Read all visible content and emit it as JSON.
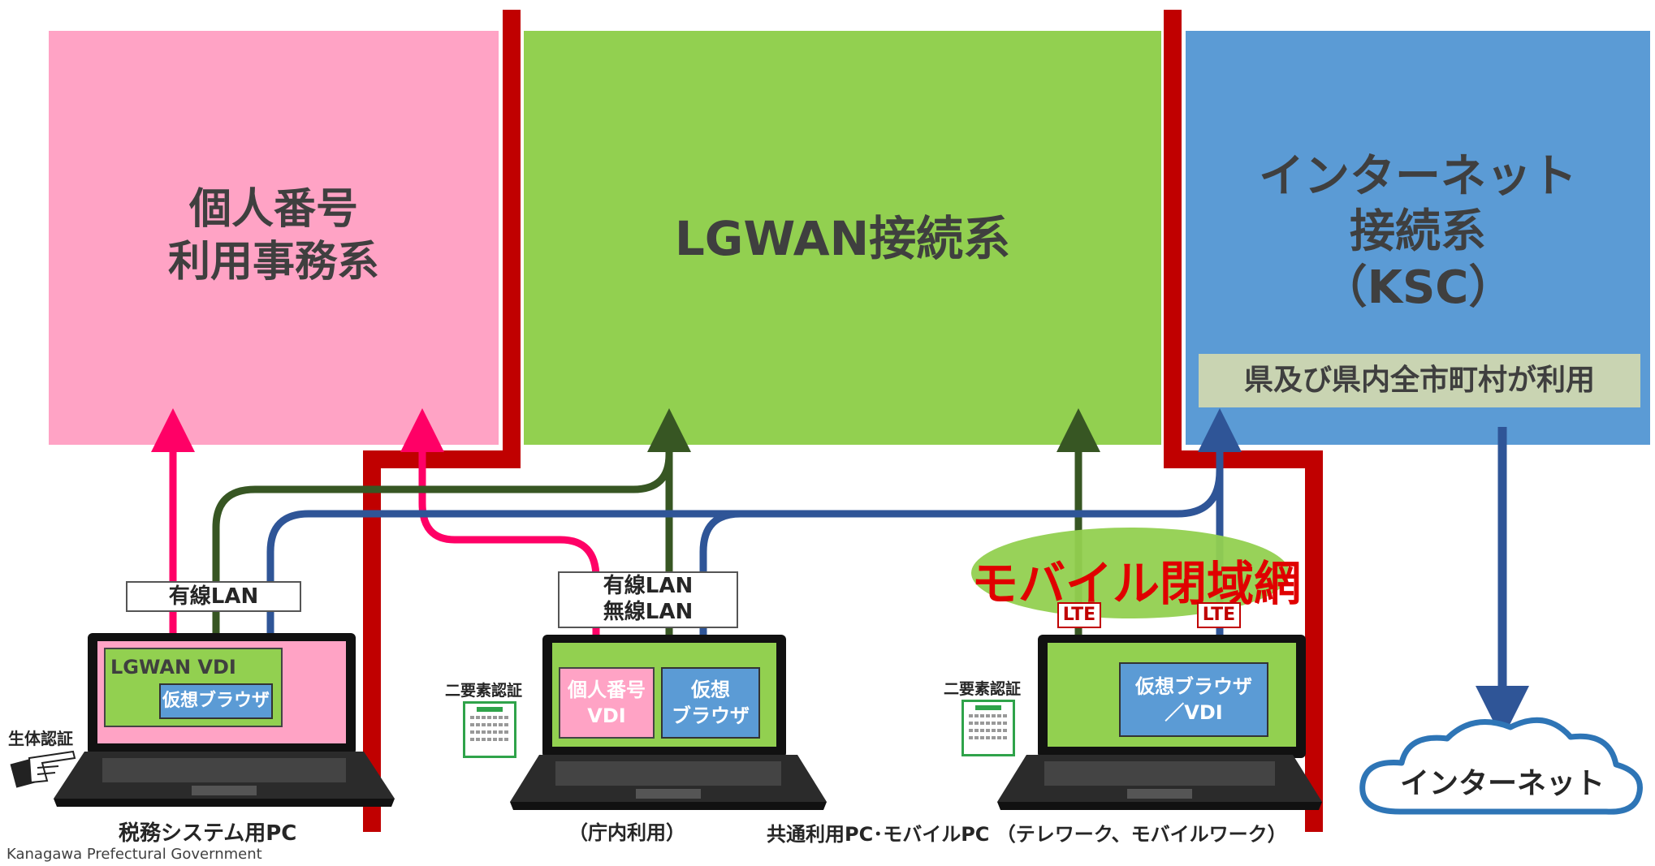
{
  "zones": {
    "mynumber": {
      "line1": "個人番号",
      "line2": "利用事務系",
      "color": "#ffa3c5"
    },
    "lgwan": {
      "title": "LGWAN接続系",
      "color": "#92d050"
    },
    "internet": {
      "line1": "インターネット",
      "line2": "接続系",
      "line3": "（KSC）",
      "note": "県及び県内全市町村が利用",
      "color": "#5b9bd5"
    }
  },
  "pcs": {
    "tax": {
      "conn": "有線LAN",
      "screen_main": "LGWAN VDI",
      "screen_sub": "仮想ブラウザ",
      "auth": "生体認証",
      "caption": "税務システム用PC"
    },
    "office": {
      "conn_line1": "有線LAN",
      "conn_line2": "無線LAN",
      "screen_left_line1": "個人番号",
      "screen_left_line2": "VDI",
      "screen_right_line1": "仮想",
      "screen_right_line2": "ブラウザ",
      "auth": "二要素認証",
      "caption": "（庁内利用）"
    },
    "mobile": {
      "network": "モバイル閉域網",
      "lte_left": "LTE",
      "lte_right": "LTE",
      "screen_line1": "仮想ブラウザ",
      "screen_line2": "／VDI",
      "auth": "二要素認証",
      "caption": "共通利用PC･モバイルPC （テレワーク、モバイルワーク）"
    }
  },
  "cloud": {
    "label": "インターネット"
  },
  "footer": {
    "org": "Kanagawa Prefectural Government"
  },
  "colors": {
    "separator": "#c00000",
    "route_pink": "#ff0066",
    "route_green": "#375623",
    "route_blue": "#2f5597",
    "mobile_text": "#e00000",
    "mobile_ellipse": "#92d050"
  }
}
